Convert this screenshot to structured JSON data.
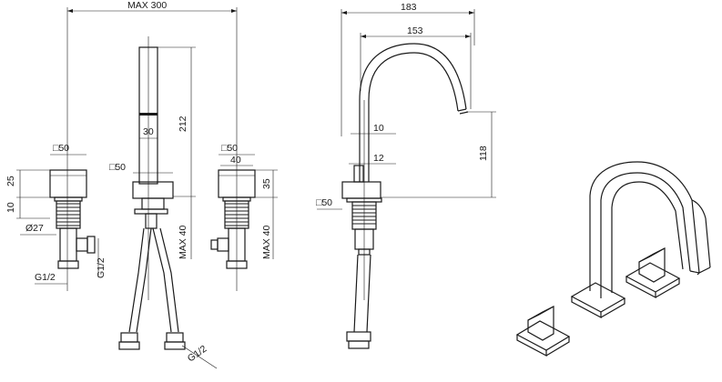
{
  "dimensions": {
    "max_300": "MAX 300",
    "d183": "183",
    "d153": "153",
    "sq50_left": "□50",
    "sq50_center": "□50",
    "sq50_right": "□50",
    "sq50_side": "□50",
    "d25": "25",
    "d10_left": "10",
    "d27": "Ø27",
    "g12_a": "G1/2",
    "g12_b": "G1/2",
    "g12_c": "G1/2",
    "d30": "30",
    "d212": "212",
    "max40_a": "MAX 40",
    "d40": "40",
    "d35": "35",
    "max40_b": "MAX 40",
    "d10_spout": "10",
    "d12": "12",
    "d118": "118"
  }
}
